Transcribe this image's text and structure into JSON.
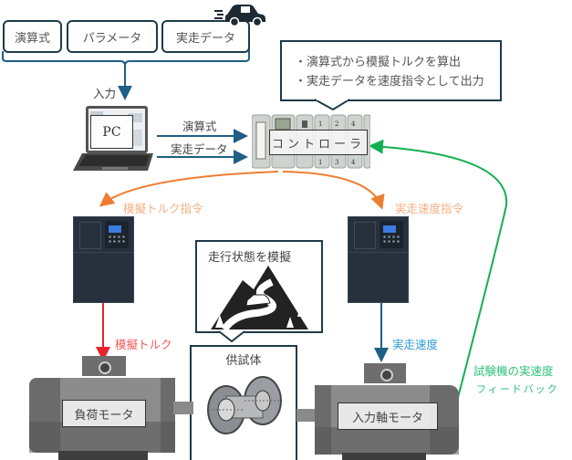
{
  "inputs": {
    "boxes": [
      "演算式",
      "パラメータ",
      "実走データ"
    ],
    "input_label": "入力"
  },
  "callout_controller": {
    "lines": [
      "・演算式から模擬トルクを算出",
      "・実走データを速度指令として出力"
    ]
  },
  "pc": {
    "label": "PC",
    "arrow_labels": [
      "演算式",
      "実走データ"
    ]
  },
  "controller": {
    "label": "コントローラ",
    "module_numbers_top": [
      "1",
      "2",
      "4"
    ],
    "module_numbers_bottom": [
      "1",
      "3",
      "4"
    ]
  },
  "commands": {
    "left": "模擬トルク指令",
    "right": "実走速度指令"
  },
  "callout_road": {
    "title": "走行状態を模擬"
  },
  "outputs": {
    "left": "模擬トルク",
    "right": "実走速度"
  },
  "specimen": {
    "label": "供試体"
  },
  "motors": {
    "left": "負荷モータ",
    "right": "入力軸モータ"
  },
  "feedback": {
    "line1": "試験機の実速度",
    "line2": "フィードバック"
  },
  "colors": {
    "frame": "#1e3a4a",
    "blue_arrow": "#1f5f86",
    "orange": "#ed7d31",
    "orange_text": "#f4b183",
    "red": "#e8232a",
    "red_text": "#ef5a5a",
    "cyan_text": "#2e9bd6",
    "green": "#12b050",
    "green_text": "#2fc07a"
  }
}
